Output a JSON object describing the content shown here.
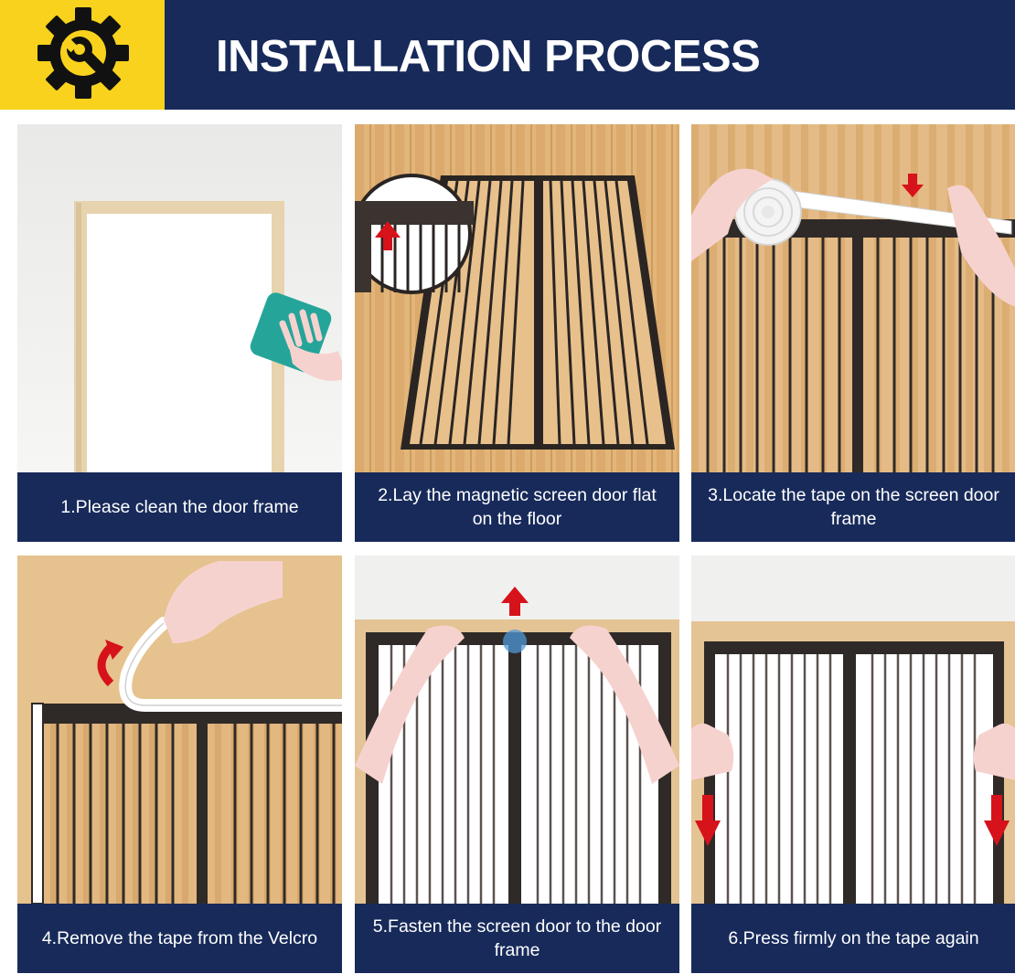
{
  "header": {
    "title": "INSTALLATION PROCESS",
    "icon": "gear-wrench-icon",
    "colors": {
      "banner": "#172a5a",
      "icon_box": "#f8d21c",
      "caption_bar": "#172a5a"
    }
  },
  "steps": [
    {
      "caption": "1.Please clean the door frame",
      "illustration": "wiping-door-frame"
    },
    {
      "caption": "2.Lay the magnetic screen door flat on the floor",
      "illustration": "screen-flat-on-floor"
    },
    {
      "caption": "3.Locate the tape on the screen door frame",
      "illustration": "tape-roll-on-frame"
    },
    {
      "caption": "4.Remove the tape from the Velcro",
      "illustration": "peel-tape-from-velcro"
    },
    {
      "caption": "5.Fasten the screen door to the door frame",
      "illustration": "fasten-screen-to-frame"
    },
    {
      "caption": "6.Press firmly on the tape again",
      "illustration": "press-tape-firmly"
    }
  ]
}
